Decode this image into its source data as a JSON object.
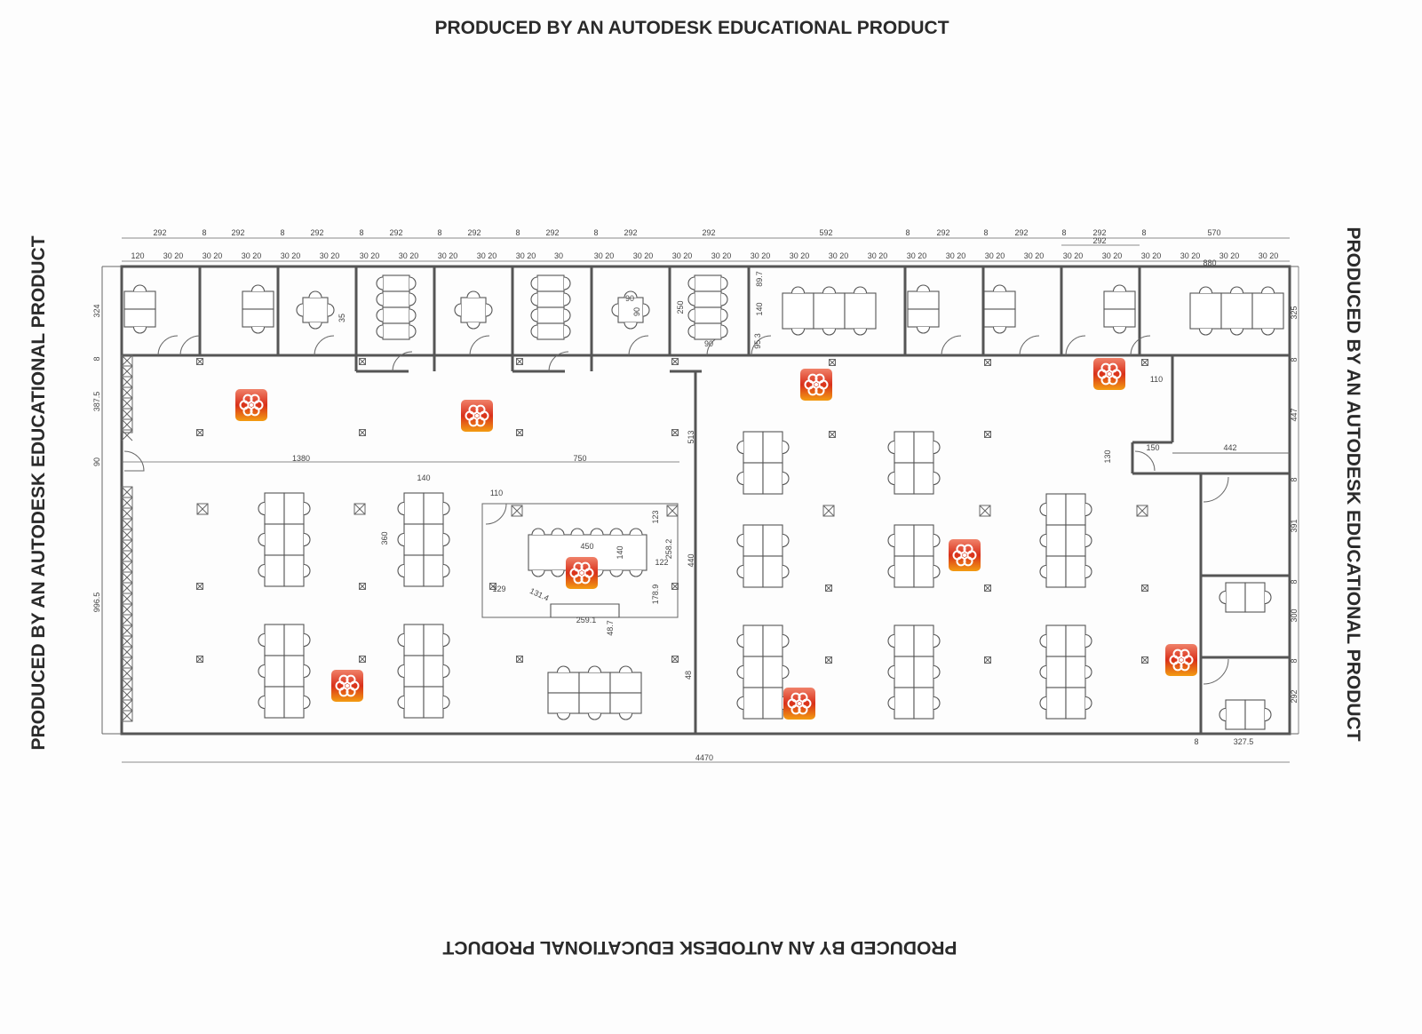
{
  "watermark": {
    "top": "PRODUCED BY AN AUTODESK EDUCATIONAL PRODUCT",
    "left": "PRODUCED BY AN AUTODESK EDUCATIONAL PRODUCT",
    "right": "PRODUCED BY AN AUTODESK EDUCATIONAL PRODUCT",
    "bottom": "PRODUCED BY AN AUTODESK EDUCATIONAL PRODUCT"
  },
  "dimensions": {
    "top_row": [
      "292",
      "8",
      "292",
      "8",
      "292",
      "8",
      "292",
      "8",
      "292",
      "8",
      "292",
      "8",
      "292",
      "292",
      "592",
      "8",
      "292",
      "8",
      "292",
      "8",
      "292",
      "8",
      "570"
    ],
    "top_row_sub": "292",
    "segment_row": [
      "120",
      "30 20",
      "30 20",
      "30 20",
      "30 20",
      "30 20",
      "30 20",
      "30 20",
      "30 20",
      "30 20",
      "30 20",
      "30",
      "30 20",
      "30 20",
      "30 20",
      "30 20",
      "30 20",
      "30 20",
      "30 20",
      "30 20",
      "30 20",
      "30 20",
      "30 20",
      "30 20",
      "30 20",
      "30 20",
      "30 20",
      "30 20",
      "30 20",
      "30 20"
    ],
    "segment_row_extra": "880",
    "left": [
      "324",
      "8",
      "387.5",
      "90",
      "996.5"
    ],
    "right": [
      "325",
      "8",
      "447",
      "8",
      "391",
      "8",
      "300",
      "8",
      "292"
    ],
    "interior": [
      "1380",
      "750",
      "140",
      "360",
      "110",
      "450",
      "140",
      "123",
      "258.2",
      "122",
      "129",
      "131.4",
      "178.9",
      "259.1",
      "48.7",
      "440",
      "513",
      "48",
      "250",
      "90",
      "90",
      "90",
      "89.7",
      "140",
      "95.3",
      "35",
      "110",
      "130",
      "150",
      "442"
    ],
    "bottom_total": "4470",
    "bottom_right": [
      "8",
      "327.5"
    ]
  },
  "markers": {
    "icon": "flower-badge-icon",
    "color": "#f05a28",
    "count": 9
  },
  "colors": {
    "line": "#555555",
    "background": "#fdfdfd",
    "marker_top": "#f0826a",
    "marker_bottom": "#f39c12"
  }
}
